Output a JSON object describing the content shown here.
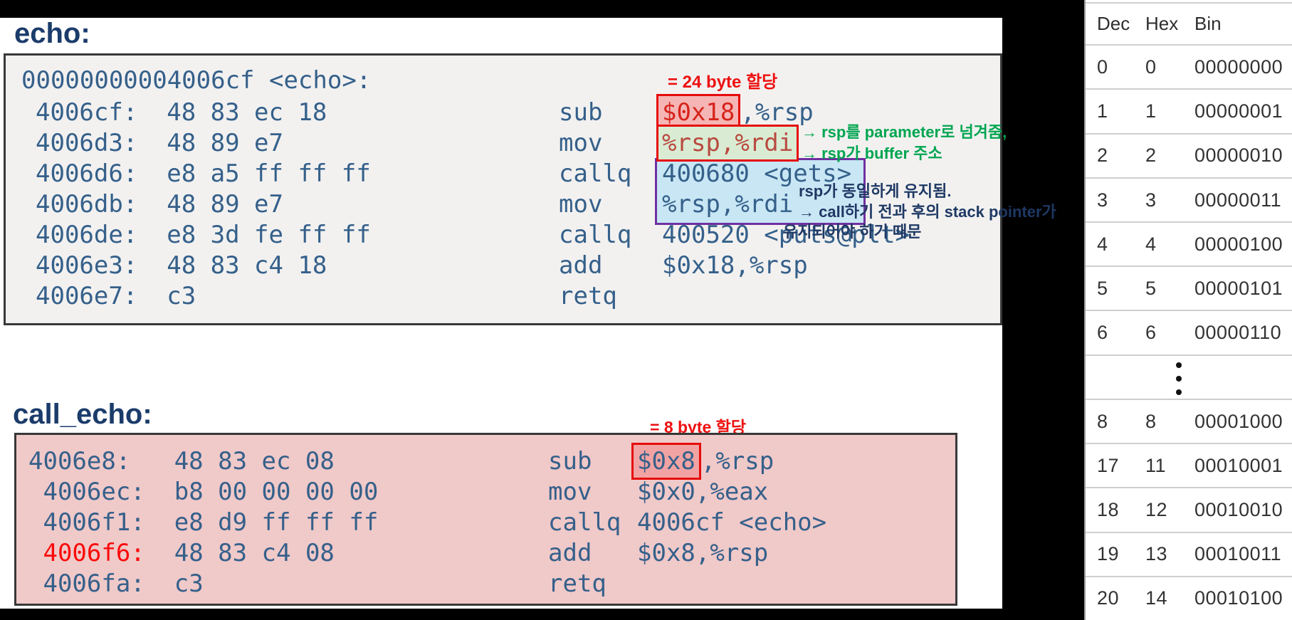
{
  "titles": {
    "echo": "echo:",
    "call_echo": "call_echo:"
  },
  "annotations": {
    "alloc_24": "= 24 byte 할당",
    "alloc_8": "= 8 byte 할당",
    "green_param": "→ rsp를 parameter로 넘겨줌,",
    "green_buffer": "→ rsp가 buffer 주소",
    "navy_kept": "rsp가 동일하게 유지됨.",
    "navy_call": "→ call하기 전과 후의 stack pointer가",
    "navy_reason": "유지되어야 하기 때문"
  },
  "echo_block": {
    "header": "00000000004006cf <echo>:",
    "rows": [
      {
        "lead": "",
        "addr": "4006cf:",
        "gap": "  ",
        "bytes": "48 83 ec 18",
        "mnem": "sub",
        "op": [
          {
            "t": "$0x18",
            "cls": "hl hl-red"
          },
          {
            "t": ",%rsp"
          }
        ]
      },
      {
        "lead": "",
        "addr": "4006d3:",
        "gap": "  ",
        "bytes": "48 89 e7",
        "mnem": "mov",
        "op": [
          {
            "t": "%rsp,%rdi",
            "cls": "hl hl-green"
          }
        ]
      },
      {
        "lead": "",
        "addr": "4006d6:",
        "gap": "  ",
        "bytes": "e8 a5 ff ff ff",
        "mnem": "callq",
        "op": [
          {
            "t": "400680 <gets>"
          }
        ]
      },
      {
        "lead": "",
        "addr": "4006db:",
        "gap": "  ",
        "bytes": "48 89 e7",
        "mnem": "mov",
        "op": [
          {
            "t": "%rsp,%rdi"
          }
        ]
      },
      {
        "lead": "",
        "addr": "4006de:",
        "gap": "  ",
        "bytes": "e8 3d fe ff ff",
        "mnem": "callq",
        "op": [
          {
            "t": "400520 <puts@plt>"
          }
        ]
      },
      {
        "lead": "",
        "addr": "4006e3:",
        "gap": "  ",
        "bytes": "48 83 c4 18",
        "mnem": "add",
        "op": [
          {
            "t": "$0x18,%rsp"
          }
        ]
      },
      {
        "lead": "",
        "addr": "4006e7:",
        "gap": "  ",
        "bytes": "c3",
        "mnem": "retq",
        "op": []
      }
    ]
  },
  "call_echo_block": {
    "rows": [
      {
        "lead": "",
        "addr": "4006e8:",
        "gap": "   ",
        "bytes": "48 83 ec 08",
        "mnem": "sub",
        "op": [
          {
            "t": "$0x8",
            "cls": "hl hl-pink"
          },
          {
            "t": ",%rsp"
          }
        ]
      },
      {
        "lead": " ",
        "addr": "4006ec:",
        "gap": "  ",
        "bytes": "b8 00 00 00 00",
        "mnem": "mov",
        "op": [
          {
            "t": "$0x0,%eax"
          }
        ]
      },
      {
        "lead": " ",
        "addr": "4006f1:",
        "gap": "  ",
        "bytes": "e8 d9 ff ff ff",
        "mnem": "callq",
        "op": [
          {
            "t": "4006cf <echo>"
          }
        ]
      },
      {
        "lead": " ",
        "addr": "4006f6:",
        "addr_red": true,
        "gap": "  ",
        "bytes": "48 83 c4 08",
        "mnem": "add",
        "op": [
          {
            "t": "$0x8,%rsp"
          }
        ]
      },
      {
        "lead": " ",
        "addr": "4006fa:",
        "gap": "  ",
        "bytes": "c3",
        "mnem": "retq",
        "op": []
      }
    ]
  },
  "table": {
    "headers": [
      "Dec",
      "Hex",
      "Bin"
    ],
    "rows": [
      {
        "dec": "0",
        "hex": "0",
        "bin": "00000000"
      },
      {
        "dec": "1",
        "hex": "1",
        "bin": "00000001"
      },
      {
        "dec": "2",
        "hex": "2",
        "bin": "00000010"
      },
      {
        "dec": "3",
        "hex": "3",
        "bin": "00000011"
      },
      {
        "dec": "4",
        "hex": "4",
        "bin": "00000100"
      },
      {
        "dec": "5",
        "hex": "5",
        "bin": "00000101"
      },
      {
        "dec": "6",
        "hex": "6",
        "bin": "00000110"
      },
      {
        "dots": true
      },
      {
        "dec": "8",
        "hex": "8",
        "bin": "00001000"
      },
      {
        "dec": "17",
        "hex": "11",
        "bin": "00010001"
      },
      {
        "dec": "18",
        "hex": "12",
        "bin": "00010010"
      },
      {
        "dec": "19",
        "hex": "13",
        "bin": "00010011"
      },
      {
        "dec": "20",
        "hex": "14",
        "bin": "00010100"
      }
    ]
  },
  "colors": {
    "navy_text": "#1f3864",
    "code_text": "#35608a",
    "green_annotation": "#00a550",
    "red_annotation": "#ee1010",
    "red_address": "#fb0a0a",
    "gray_box_bg": "#f2f1f0",
    "pink_box_bg": "#f0c9c9",
    "blue_highlight_bg": "#c8e6f4",
    "purple_border": "#7030a0",
    "red_highlight_bg": "#f6b5b5",
    "green_highlight_bg": "#d9ecd3",
    "pink_highlight_bg": "#f1a3a3"
  }
}
